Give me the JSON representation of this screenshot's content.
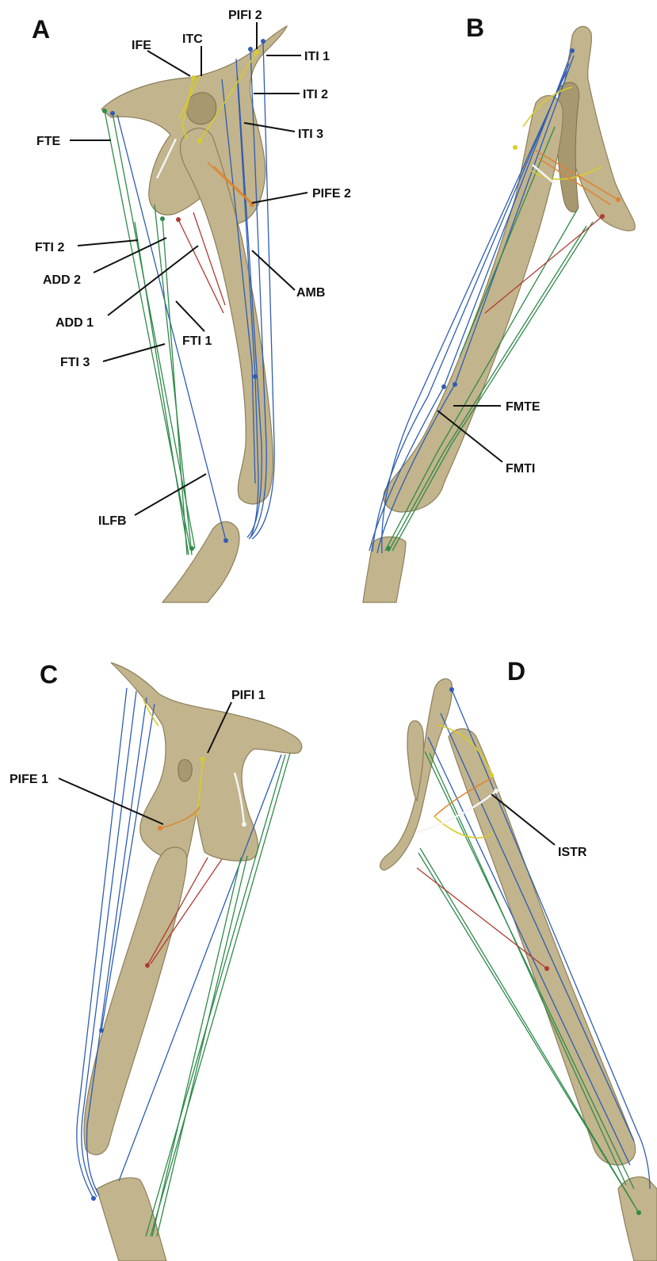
{
  "panels": {
    "A": {
      "letter": "A",
      "labels": {
        "pifi2": "PIFI 2",
        "ife": "IFE",
        "itc": "ITC",
        "iti1": "ITI 1",
        "iti2": "ITI 2",
        "iti3": "ITI 3",
        "fte": "FTE",
        "pife2": "PIFE 2",
        "fti2": "FTI 2",
        "add2": "ADD 2",
        "amb": "AMB",
        "add1": "ADD 1",
        "fti1": "FTI 1",
        "fti3": "FTI 3",
        "ilfb": "ILFB"
      }
    },
    "B": {
      "letter": "B",
      "labels": {
        "fmte": "FMTE",
        "fmti": "FMTI"
      }
    },
    "C": {
      "letter": "C",
      "labels": {
        "pifi1": "PIFI 1",
        "pife1": "PIFE 1"
      }
    },
    "D": {
      "letter": "D",
      "labels": {
        "istr": "ISTR"
      }
    }
  },
  "colors": {
    "bone": "#c2b48c",
    "blue": "#2e5db3",
    "green": "#2f8a4a",
    "red": "#b03a32",
    "yellow": "#d8cc2a",
    "orange": "#e0822e",
    "white": "#f4f4f4"
  }
}
